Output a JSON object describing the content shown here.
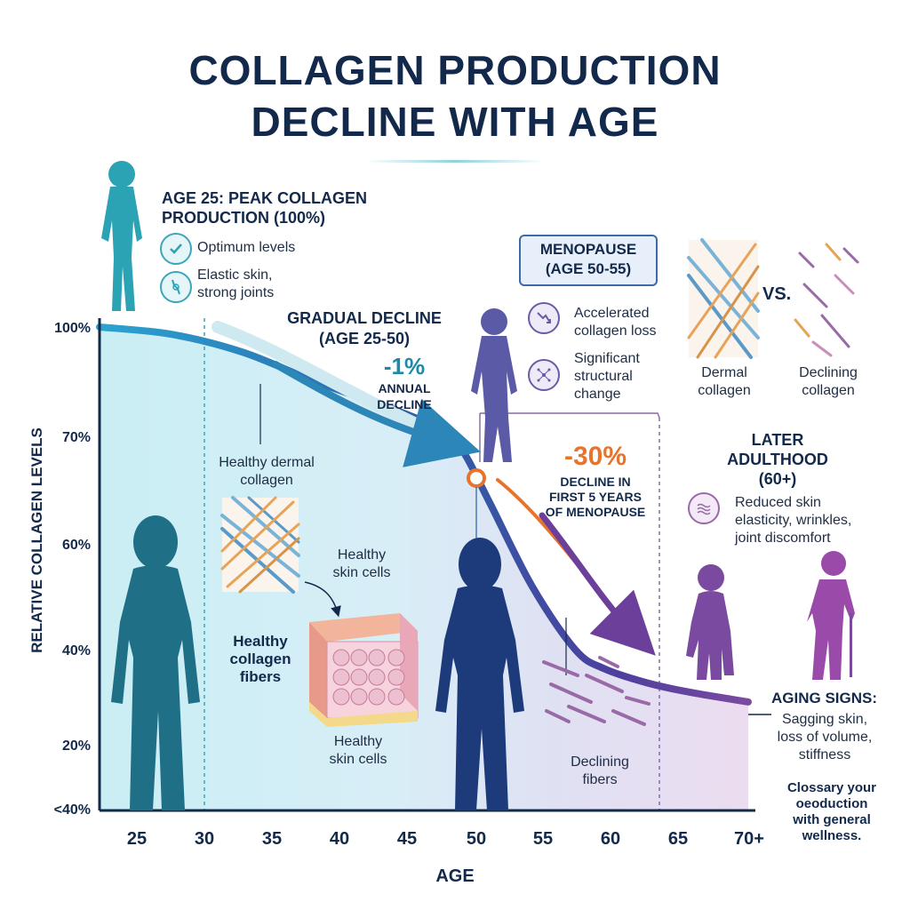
{
  "title_line1": "COLLAGEN PRODUCTION",
  "title_line2": "DECLINE WITH AGE",
  "peak": {
    "heading_line1": "AGE 25: PEAK COLLAGEN",
    "heading_line2": "PRODUCTION (100%)",
    "items": [
      "Optimum levels",
      "Elastic skin,",
      "strong joints"
    ]
  },
  "gradual": {
    "heading_line1": "GRADUAL DECLINE",
    "heading_line2": "(AGE 25-50)",
    "rate": "-1%",
    "rate_line1": "ANNUAL",
    "rate_line2": "DECLINE"
  },
  "menopause": {
    "box_line1": "MENOPAUSE",
    "box_line2": "(AGE 50-55)",
    "item1_line1": "Accelerated",
    "item1_line2": "collagen loss",
    "item2_line1": "Significant",
    "item2_line2": "structural",
    "item2_line3": "change",
    "rate": "-30%",
    "rate_line1": "DECLINE IN",
    "rate_line2": "FIRST 5 YEARS",
    "rate_line3": "OF MENOPAUSE"
  },
  "compare": {
    "vs": "VS.",
    "left_line1": "Dermal",
    "left_line2": "collagen",
    "right_line1": "Declining",
    "right_line2": "collagen"
  },
  "later": {
    "heading_line1": "LATER",
    "heading_line2": "ADULTHOOD",
    "heading_line3": "(60+)",
    "desc_line1": "Reduced skin",
    "desc_line2": "elasticity, wrinkles,",
    "desc_line3": "joint discomfort"
  },
  "labels": {
    "healthy_dermal_line1": "Healthy dermal",
    "healthy_dermal_line2": "collagen",
    "healthy_fibers_line1": "Healthy",
    "healthy_fibers_line2": "collagen",
    "healthy_fibers_line3": "fibers",
    "skin_cells_top_line1": "Healthy",
    "skin_cells_top_line2": "skin cells",
    "skin_cells_bottom_line1": "Healthy",
    "skin_cells_bottom_line2": "skin cells",
    "declining_fibers_line1": "Declining",
    "declining_fibers_line2": "fibers"
  },
  "aging": {
    "heading": "AGING SIGNS:",
    "line1": "Sagging skin,",
    "line2": "loss of volume,",
    "line3": "stiffness"
  },
  "footer_note": {
    "line1": "Clossary your",
    "line2": "oeoduction",
    "line3": "with general",
    "line4": "wellness."
  },
  "colors": {
    "teal": "#2ba3b5",
    "blue": "#2c5fa8",
    "navy": "#13294b",
    "purple": "#7a4aa0",
    "orange": "#e8732c"
  },
  "chart_data": {
    "type": "area",
    "xlabel": "AGE",
    "ylabel": "RELATIVE COLLAGEN LEVELS",
    "x_ticks": [
      "25",
      "30",
      "35",
      "40",
      "45",
      "50",
      "55",
      "60",
      "65",
      "70+"
    ],
    "y_ticks": [
      "100%",
      "70%",
      "60%",
      "40%",
      "20%",
      "<40%"
    ],
    "x": [
      25,
      30,
      35,
      40,
      45,
      48,
      50,
      52,
      55,
      58,
      60,
      63,
      66,
      70
    ],
    "y": [
      100,
      98,
      93,
      85,
      78,
      73,
      69,
      64,
      52,
      40,
      36,
      33,
      31,
      29
    ],
    "xlim": [
      25,
      70
    ],
    "grid": false
  }
}
